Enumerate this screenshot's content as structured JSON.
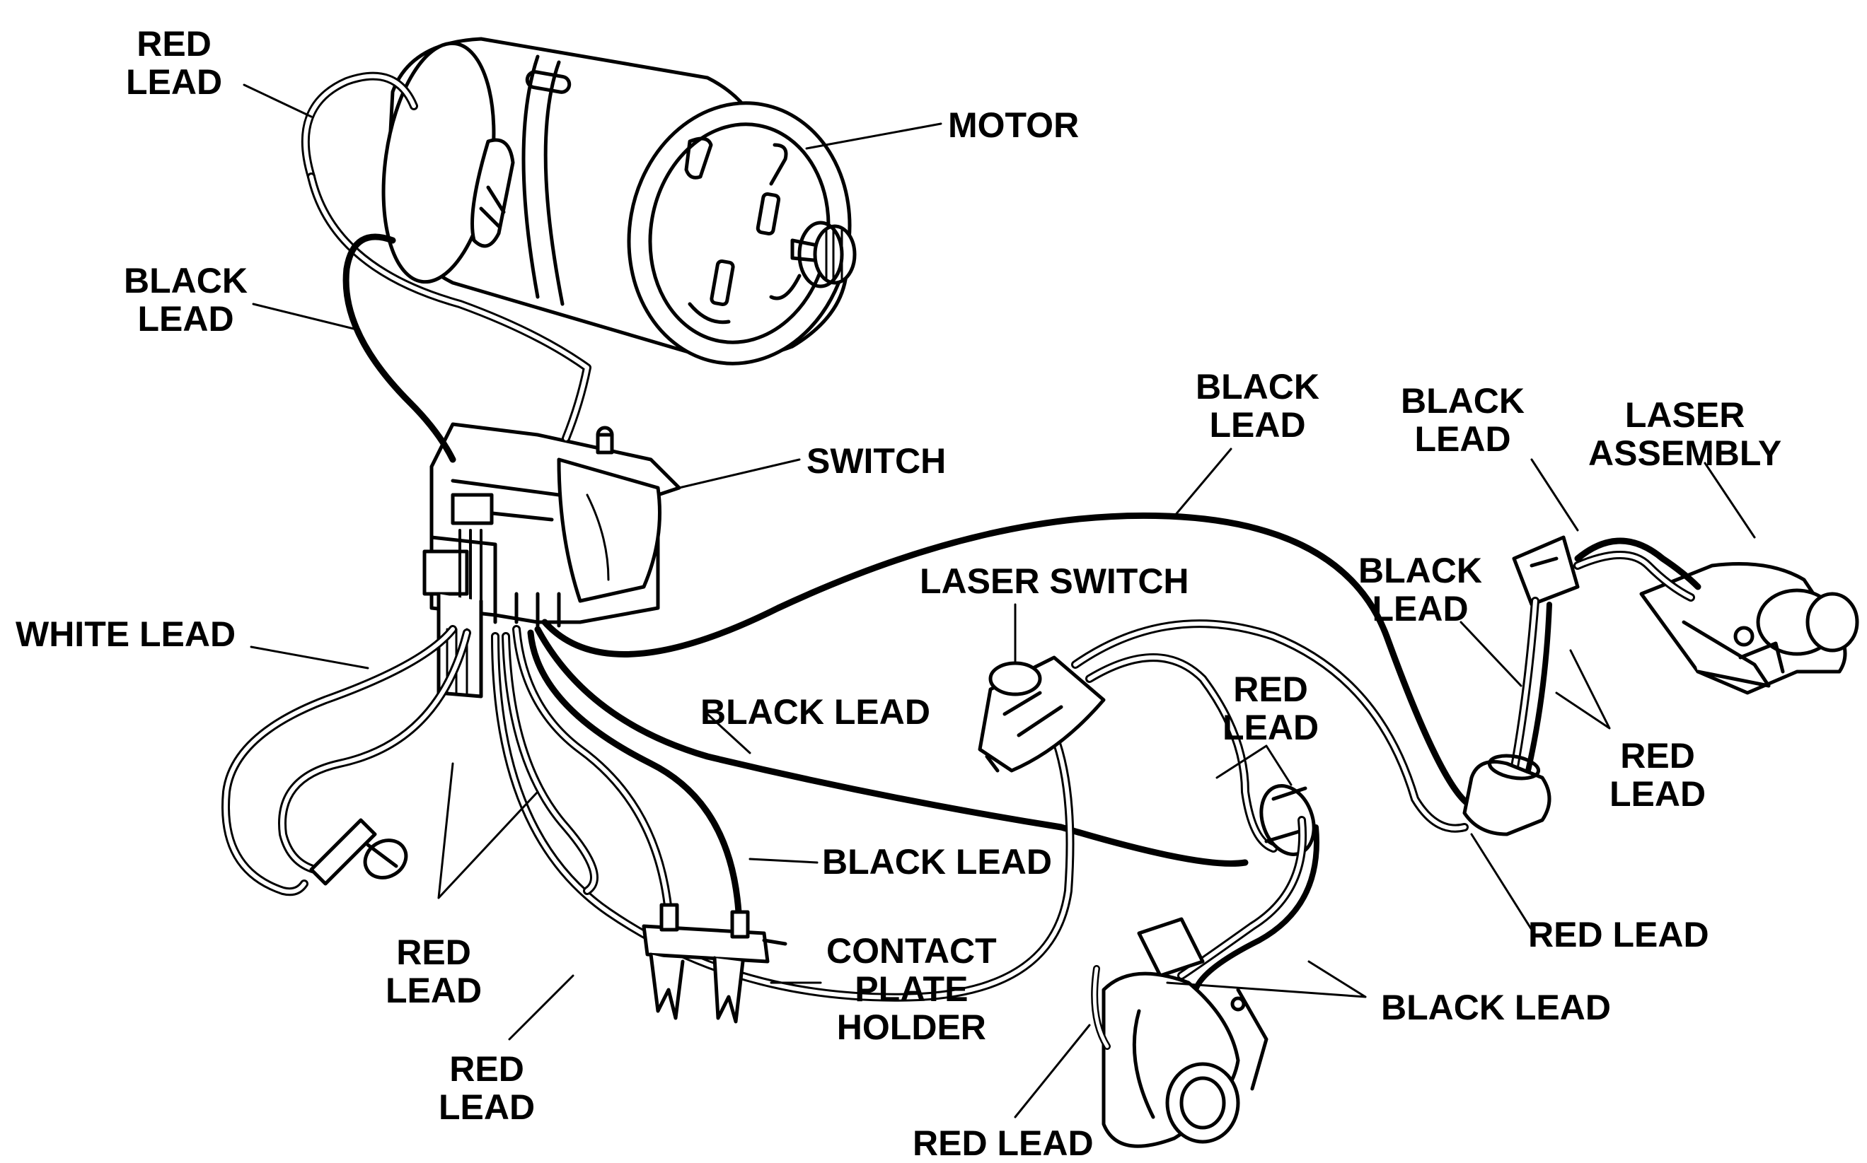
{
  "colors": {
    "ink": "#000000",
    "background": "#ffffff"
  },
  "labels": {
    "red_lead_top": "RED\nLEAD",
    "motor": "MOTOR",
    "black_lead_motor": "BLACK\nLEAD",
    "switch": "SWITCH",
    "black_lead_upper_mid": "BLACK\nLEAD",
    "black_lead_upper_right": "BLACK\nLEAD",
    "laser_assembly": "LASER\nASSEMBLY",
    "black_lead_right_mid": "BLACK\nLEAD",
    "laser_switch": "LASER SWITCH",
    "white_lead": "WHITE LEAD",
    "black_lead_center": "BLACK LEAD",
    "red_lead_center": "RED\nLEAD",
    "red_lead_right": "RED\nLEAD",
    "black_lead_contact": "BLACK LEAD",
    "red_lead_bottom_right": "RED LEAD",
    "red_lead_left": "RED\nLEAD",
    "contact_plate_holder": "CONTACT\nPLATE\nHOLDER",
    "black_lead_lower_right": "BLACK LEAD",
    "red_lead_lower_left": "RED\nLEAD",
    "red_lead_bottom": "RED LEAD"
  }
}
